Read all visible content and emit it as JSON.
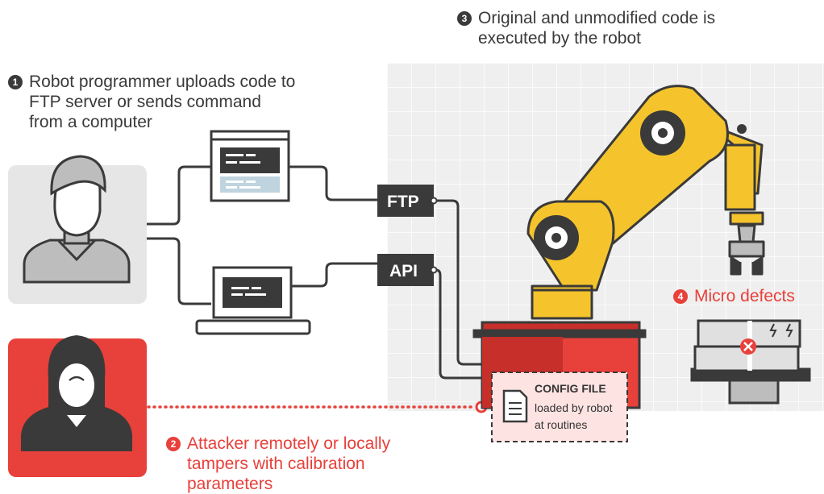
{
  "steps": {
    "s1": {
      "num": "1",
      "line1": "Robot programmer uploads code to",
      "line2": "FTP server or sends command",
      "line3": "from a computer"
    },
    "s2": {
      "num": "2",
      "line1": "Attacker remotely or locally",
      "line2": "tampers with calibration",
      "line3": "parameters"
    },
    "s3": {
      "num": "3",
      "line1": "Original and unmodified code is",
      "line2": "executed by the robot"
    },
    "s4": {
      "num": "4",
      "text": "Micro defects"
    }
  },
  "interfaces": {
    "ftp": "FTP",
    "api": "API"
  },
  "config_file": {
    "title": "CONFIG FILE",
    "subtitle_line1": "loaded by robot",
    "subtitle_line2": "at routines"
  },
  "colors": {
    "accent_red": "#e8403a",
    "robot_yellow": "#f5c42c",
    "dark": "#3a3a3a",
    "grid_bg": "#f0f0f0"
  }
}
